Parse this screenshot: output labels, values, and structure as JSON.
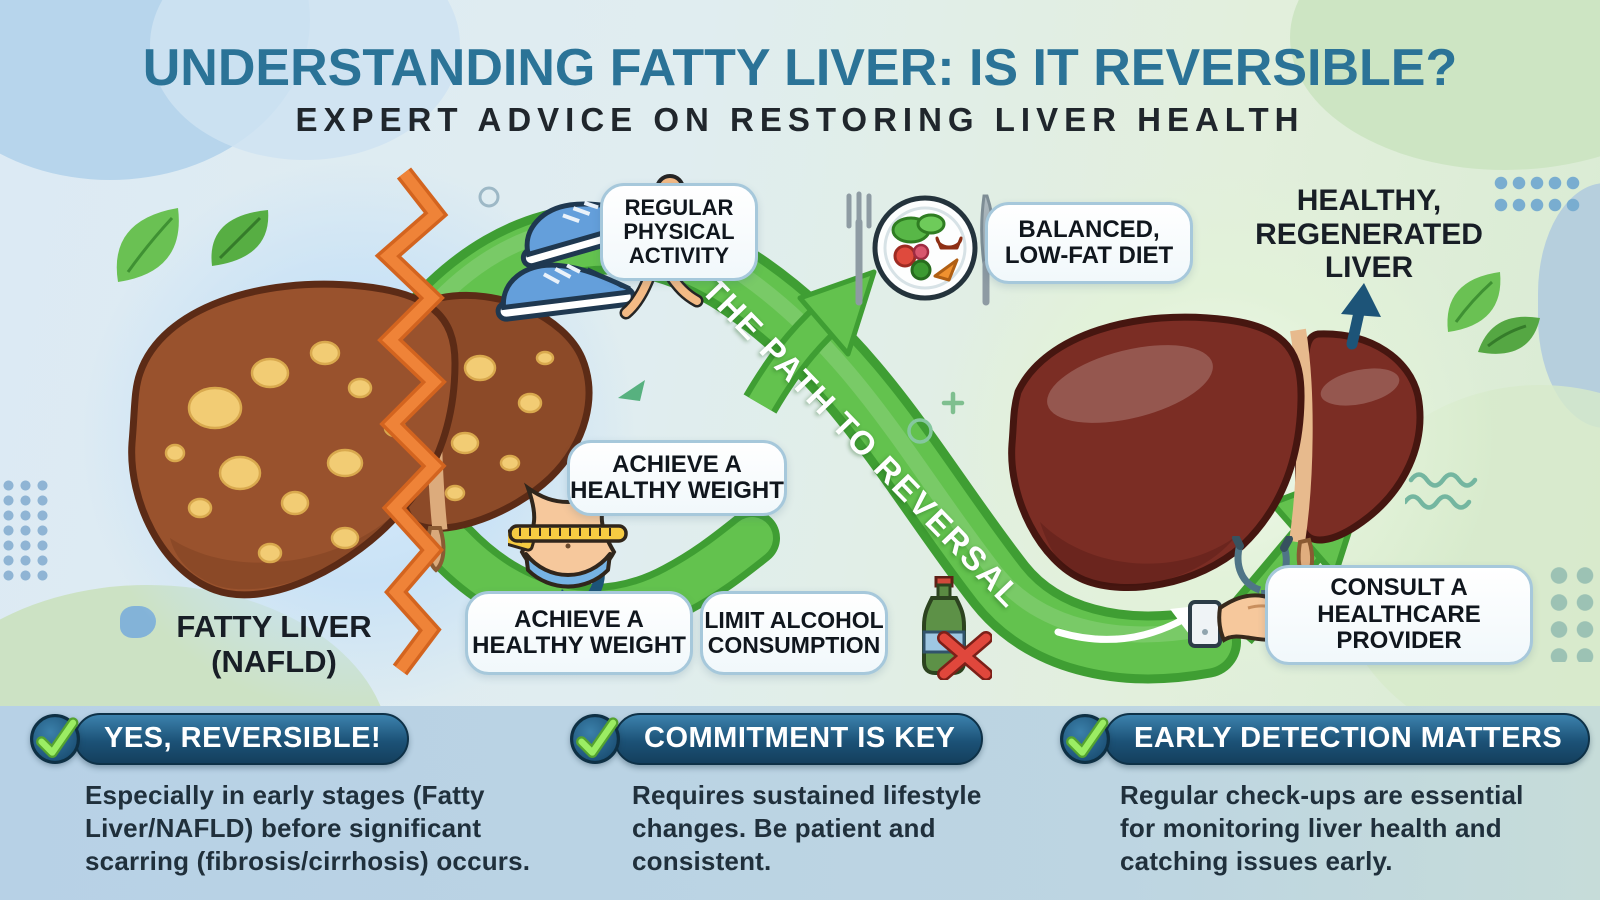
{
  "header": {
    "title": "UNDERSTANDING FATTY LIVER: IS IT REVERSIBLE?",
    "subtitle": "EXPERT ADVICE ON RESTORING LIVER HEALTH"
  },
  "diagram": {
    "fatty_liver_label": "FATTY LIVER\n(NAFLD)",
    "healthy_liver_label": "HEALTHY,\nREGENERATED\nLIVER",
    "ribbon_label": "THE PATH TO REVERSAL",
    "callouts": [
      {
        "id": "regular-physical-activity",
        "label": "REGULAR\nPHYSICAL\nACTIVITY"
      },
      {
        "id": "balanced-low-fat-diet",
        "label": "BALANCED,\nLOW-FAT DIET"
      },
      {
        "id": "achieve-healthy-weight-top",
        "label": "ACHIEVE A\nHEALTHY WEIGHT"
      },
      {
        "id": "achieve-healthy-weight-bottom",
        "label": "ACHIEVE A\nHEALTHY WEIGHT"
      },
      {
        "id": "limit-alcohol-consumption",
        "label": "LIMIT ALCOHOL\nCONSUMPTION"
      },
      {
        "id": "consult-healthcare-provider",
        "label": "CONSULT A\nHEALTHCARE\nPROVIDER"
      }
    ]
  },
  "key_points": [
    {
      "title": "YES, REVERSIBLE!",
      "body": "Especially in early stages (Fatty\nLiver/NAFLD) before significant\nscarring (fibrosis/cirrhosis) occurs."
    },
    {
      "title": "COMMITMENT IS KEY",
      "body": "Requires sustained lifestyle\nchanges. Be patient and\nconsistent."
    },
    {
      "title": "EARLY DETECTION MATTERS",
      "body": "Regular check-ups are essential\nfor monitoring liver health and\ncatching issues early."
    }
  ],
  "icons": {
    "check": "green check in navy circle",
    "running_shoes": "pair of blue sneakers",
    "runner": "running figure",
    "healthy_plate": "plate of vegetables with fork and knife",
    "waist_tape": "waist with measuring tape",
    "no_alcohol": "bottle with red X",
    "hand_stethoscope": "hand holding stethoscope",
    "leaf": "green leaf",
    "zigzag_divider": "orange tear line"
  },
  "colors": {
    "title_blue": "#2b7397",
    "ribbon_green": "#63c24e",
    "ribbon_green_dark": "#3f9e33",
    "zigzag_orange": "#ef8338",
    "band_background": "#b7d1e6",
    "pill_navy": "#1c5277",
    "check_green": "#9bed63",
    "fatty_liver_brown": "#99522d",
    "fat_spot_yellow": "#f2cc74",
    "healthy_liver_maroon": "#7b2d24"
  }
}
